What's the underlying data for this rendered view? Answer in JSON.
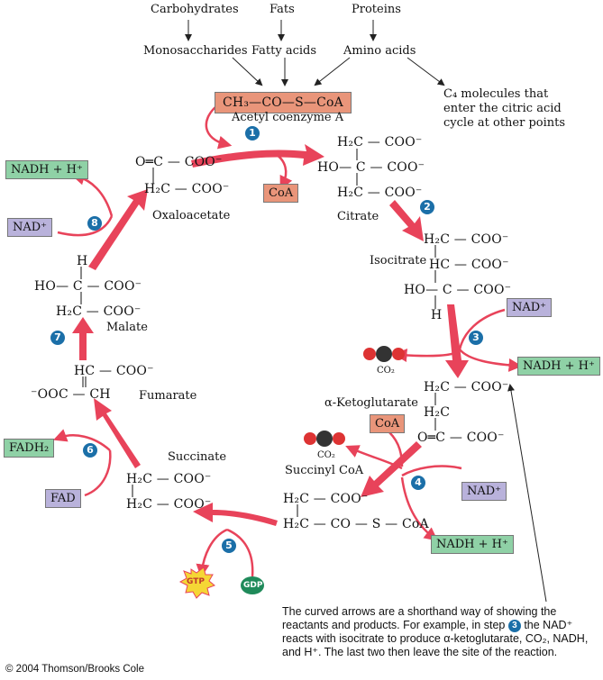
{
  "sources": {
    "carbohydrates": "Carbohydrates",
    "fats": "Fats",
    "proteins": "Proteins",
    "monosaccharides": "Monosaccharides",
    "fatty_acids": "Fatty acids",
    "amino_acids": "Amino acids",
    "c4_note": [
      "C₄ molecules that",
      "enter the citric acid",
      "cycle at other points"
    ]
  },
  "acetyl_coa": {
    "formula": "CH₃—CO—S—CoA",
    "name": "Acetyl coenzyme A"
  },
  "molecules": {
    "oxaloacetate": {
      "name": "Oxaloacetate",
      "lines": [
        "O═C — COO⁻",
        "H₂C — COO⁻"
      ]
    },
    "citrate": {
      "name": "Citrate",
      "lines": [
        "H₂C — COO⁻",
        "HO— C — COO⁻",
        "H₂C — COO⁻"
      ]
    },
    "isocitrate": {
      "name": "Isocitrate",
      "lines": [
        "H₂C — COO⁻",
        "HC — COO⁻",
        "HO— C — COO⁻",
        "H"
      ]
    },
    "alpha_kg": {
      "name": "α-Ketoglutarate",
      "lines": [
        "H₂C — COO⁻",
        "H₂C",
        "O═C — COO⁻"
      ]
    },
    "succinyl_coa": {
      "name": "Succinyl CoA",
      "lines": [
        "H₂C — COO⁻",
        "H₂C — CO — S — CoA"
      ]
    },
    "succinate": {
      "name": "Succinate",
      "lines": [
        "H₂C — COO⁻",
        "H₂C — COO⁻"
      ]
    },
    "fumarate": {
      "name": "Fumarate",
      "lines": [
        "HC — COO⁻",
        "⁻OOC — CH"
      ]
    },
    "malate": {
      "name": "Malate",
      "lines": [
        "H",
        "HO— C — COO⁻",
        "H₂C — COO⁻"
      ]
    }
  },
  "cofactors": {
    "nadh": "NADH + H⁺",
    "nad": "NAD⁺",
    "coa": "CoA",
    "fadh2": "FADH₂",
    "fad": "FAD",
    "gtp": "GTP",
    "gdp": "GDP",
    "co2": "CO₂"
  },
  "steps": [
    "1",
    "2",
    "3",
    "4",
    "5",
    "6",
    "7",
    "8"
  ],
  "footnote": {
    "part1": "The curved arrows are a shorthand way of showing the reactants and products. For example, in step",
    "step": "3",
    "part2": "the NAD⁺ reacts with isocitrate to produce α-ketoglutarate, CO₂, NADH, and H⁺. The last two then leave the site of the reaction."
  },
  "copyright": "© 2004 Thomson/Brooks Cole",
  "colors": {
    "arrow": "#e8435a",
    "step": "#1b6fa8",
    "green": "#8fd1a6",
    "purple": "#b9b2db",
    "salmon": "#e9957a"
  }
}
